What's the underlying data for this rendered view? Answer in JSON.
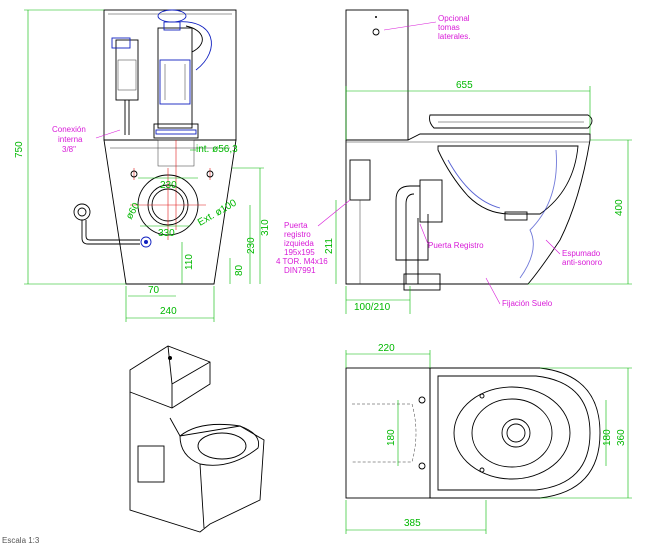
{
  "front_view": {
    "overall_height": "750",
    "connection_label_1": "Conexión",
    "connection_label_2": "interna",
    "connection_label_3": "3/8\"",
    "inner_diameter": "int. ø56,3",
    "dim_230_top": "230",
    "outlet_diameter": "Ext. ø100",
    "dim_330": "330",
    "dim_60": "ø60",
    "dim_310": "310",
    "dim_230_side": "230",
    "dim_110": "110",
    "dim_80": "80",
    "dim_70": "70",
    "width": "240"
  },
  "side_view": {
    "optional_note_1": "Opcional",
    "optional_note_2": "tomas",
    "optional_note_3": "laterales.",
    "length": "655",
    "height": "400",
    "dim_211": "211",
    "dim_100_210": "100/210",
    "access_door_1": "Puerta",
    "access_door_2": "registro",
    "access_door_3": "izquieda",
    "access_door_4": "195x195",
    "access_door_5": "4 TOR. M4x16",
    "access_door_6": "DIN7991",
    "register_door": "Puerta Registro",
    "foam_1": "Espumado",
    "foam_2": "anti-sonoro",
    "floor_fixing": "Fijación Suelo"
  },
  "plan_view": {
    "dim_220": "220",
    "dim_180_left": "180",
    "dim_180_right": "180",
    "dim_360": "360",
    "dim_385": "385"
  },
  "scale_label": "Escala 1:3"
}
